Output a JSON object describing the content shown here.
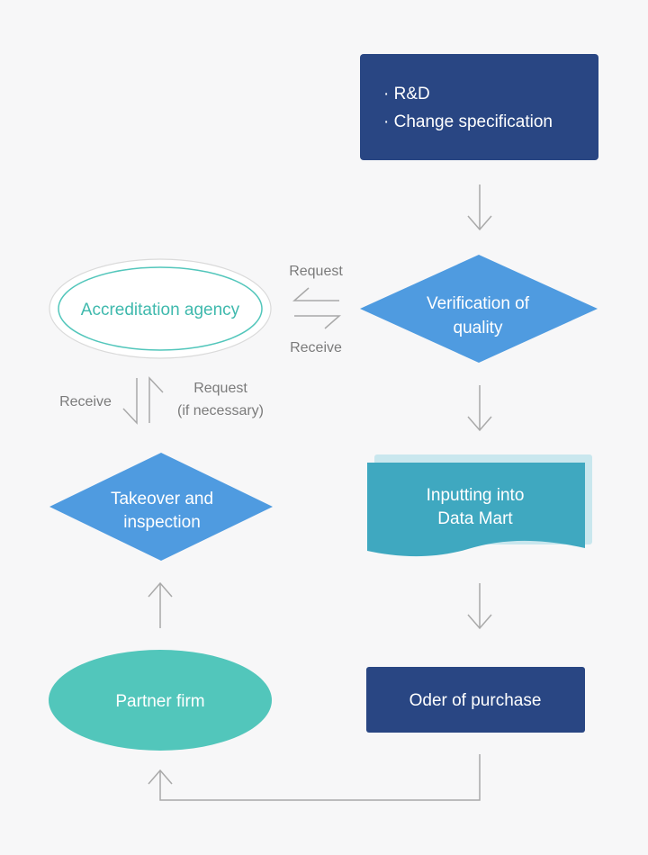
{
  "nodes": {
    "rd_box": {
      "bullet1": "· R&D",
      "bullet2": "· Change specification"
    },
    "verification": {
      "line1": "Verification of",
      "line2": "quality"
    },
    "accreditation": {
      "label": "Accreditation agency"
    },
    "data_mart": {
      "line1": "Inputting into",
      "line2": "Data Mart"
    },
    "takeover": {
      "line1": "Takeover and",
      "line2": "inspection"
    },
    "partner": {
      "label": "Partner firm"
    },
    "purchase": {
      "label": "Oder of purchase"
    }
  },
  "edge_labels": {
    "request_top": "Request",
    "receive_top": "Receive",
    "receive_left": "Receive",
    "request_left_line1": "Request",
    "request_left_line2": "(if necessary)"
  },
  "colors": {
    "background": "#f7f7f8",
    "navy": "#294683",
    "blue": "#4f9be0",
    "teal_doc": "#3fa8c0",
    "teal_doc_back": "#c9e7ee",
    "mint": "#52c6bb",
    "accreditation_text": "#3fb9ad",
    "accreditation_ring": "#d6d6d6",
    "line": "#a9a9a9",
    "label": "#7b7b7b"
  }
}
